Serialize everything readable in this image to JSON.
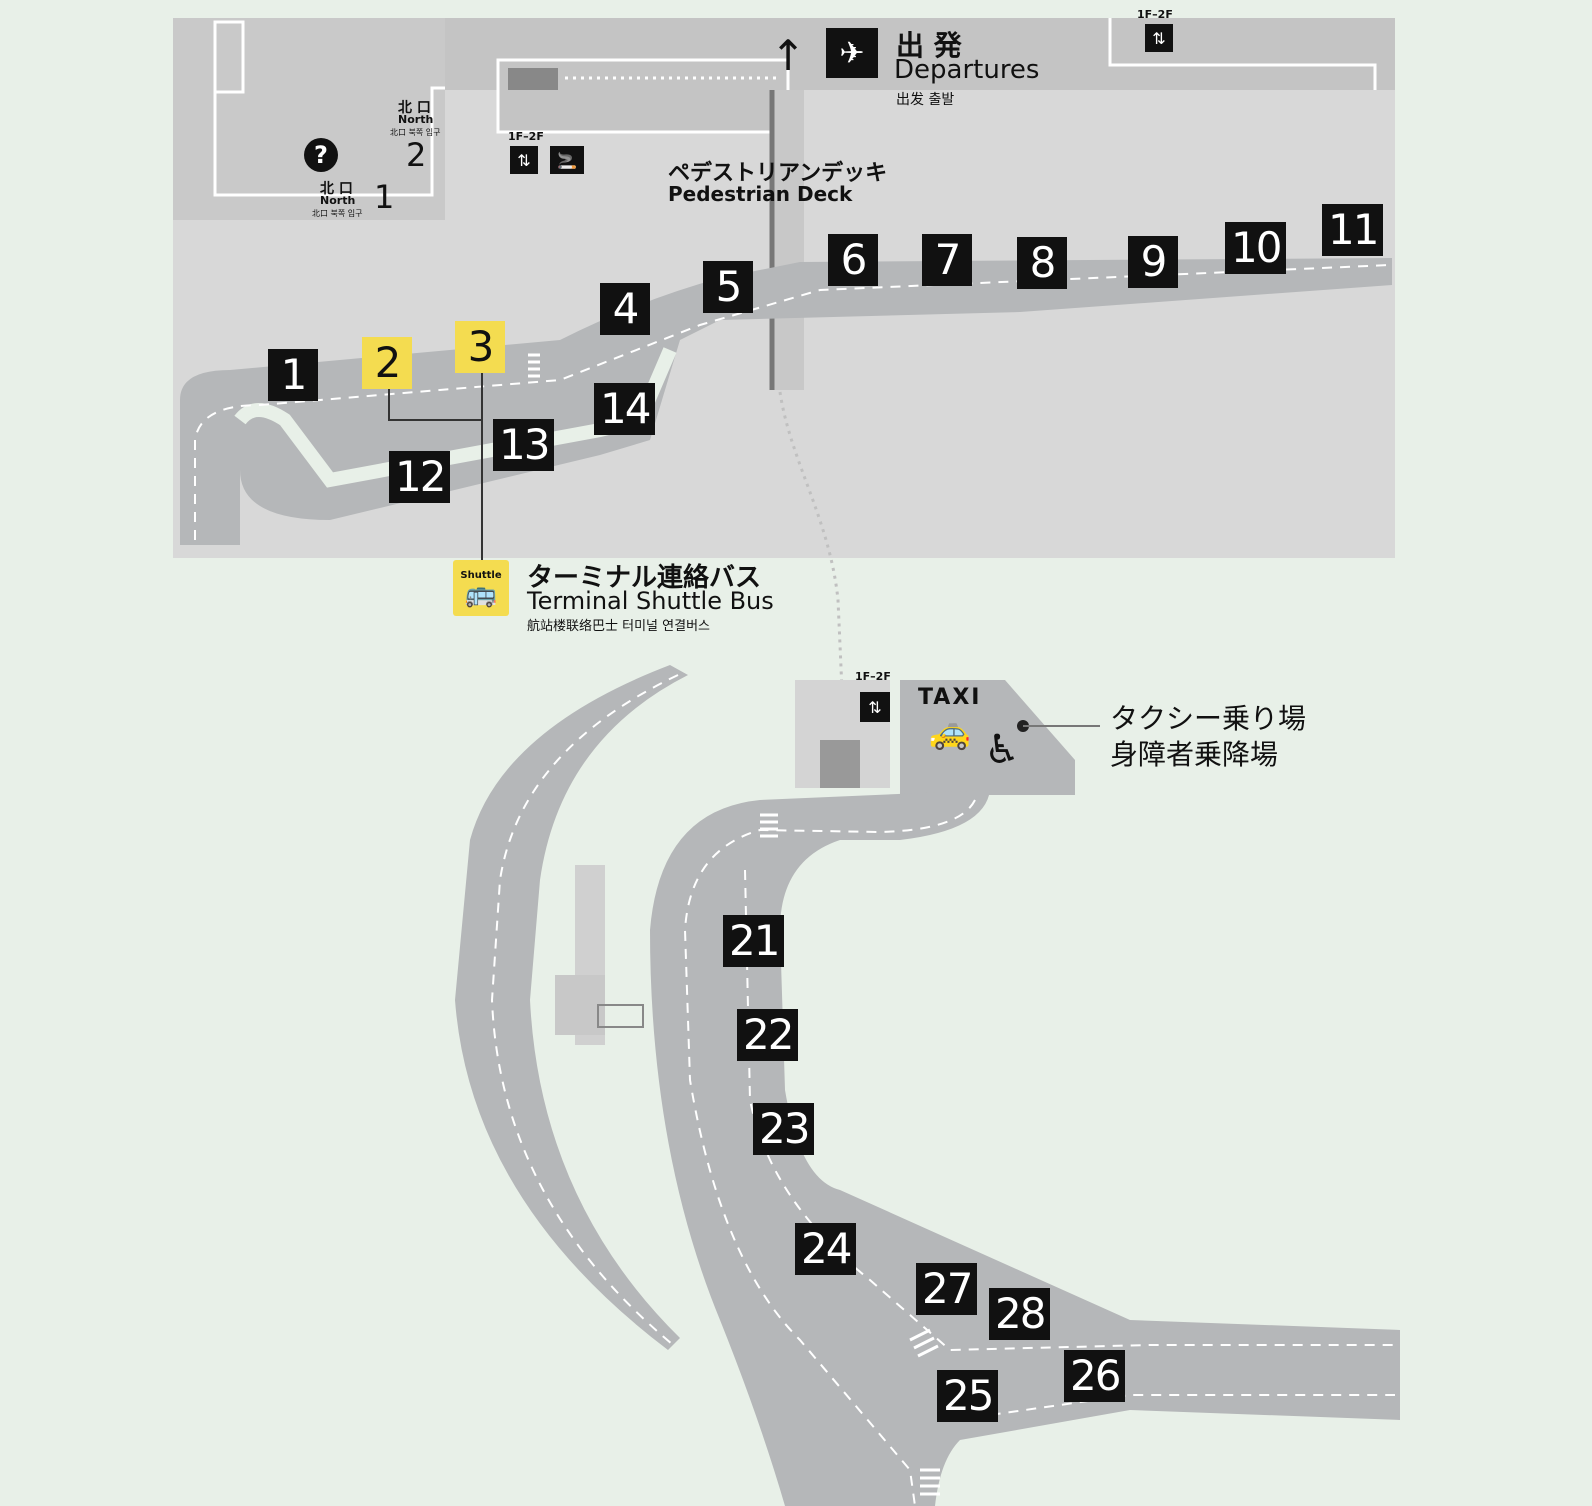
{
  "departures": {
    "jp": "出 発",
    "en": "Departures",
    "cn_kr": "出发  출발"
  },
  "north2": {
    "jp": "北 口",
    "en": "North",
    "sub": "北口  북쪽 입구",
    "num": "2"
  },
  "north1": {
    "jp": "北 口",
    "en": "North",
    "sub": "北口  북쪽 입구",
    "num": "1"
  },
  "floor_label": "1F–2F",
  "pedestrian_deck": {
    "jp": "ペデストリアンデッキ",
    "en": "Pedestrian Deck"
  },
  "shuttle": {
    "badge": "Shuttle",
    "jp": "ターミナル連絡バス",
    "en": "Terminal Shuttle Bus",
    "sub": "航站楼联络巴士  터미널 연결버스"
  },
  "taxi": {
    "label": "TAXI",
    "jp_line1": "タクシー乗り場",
    "jp_line2": "身障者乗降場"
  },
  "stops": [
    "1",
    "2",
    "3",
    "4",
    "5",
    "6",
    "7",
    "8",
    "9",
    "10",
    "11",
    "12",
    "13",
    "14",
    "21",
    "22",
    "23",
    "24",
    "25",
    "26",
    "27",
    "28"
  ],
  "highlighted_stops": [
    "2",
    "3"
  ],
  "icons": [
    "info-icon",
    "airplane-icon",
    "arrow-up-icon",
    "escalator-icon",
    "smoking-icon",
    "bus-icon",
    "taxi-icon",
    "wheelchair-icon"
  ],
  "colors": {
    "background": "#e8f0e8",
    "building": "#d4d4d4",
    "road": "#b5b7b9",
    "stop_box": "#111111",
    "highlight": "#f4dc50"
  }
}
